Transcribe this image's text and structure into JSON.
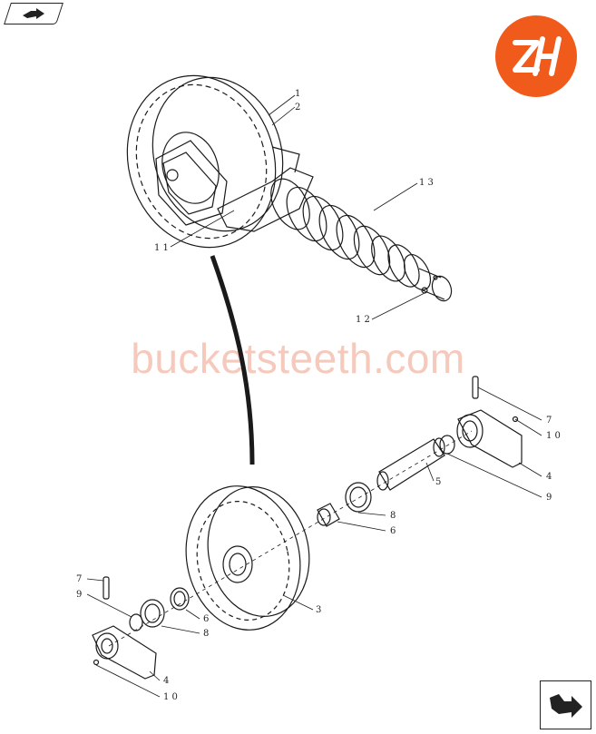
{
  "watermark": "bucketsteeth.com",
  "brand_color": "#f05a1a",
  "callouts": [
    {
      "id": "c1",
      "text": "1"
    },
    {
      "id": "c2",
      "text": "2"
    },
    {
      "id": "c13",
      "text": "1 3"
    },
    {
      "id": "c11",
      "text": "1 1"
    },
    {
      "id": "c12",
      "text": "1 2"
    },
    {
      "id": "c7a",
      "text": "7"
    },
    {
      "id": "c10a",
      "text": "1 0"
    },
    {
      "id": "c4a",
      "text": "4"
    },
    {
      "id": "c9a",
      "text": "9"
    },
    {
      "id": "c5",
      "text": "5"
    },
    {
      "id": "c8a",
      "text": "8"
    },
    {
      "id": "c6a",
      "text": "6"
    },
    {
      "id": "c3",
      "text": "3"
    },
    {
      "id": "c7b",
      "text": "7"
    },
    {
      "id": "c9b",
      "text": "9"
    },
    {
      "id": "c6b",
      "text": "6"
    },
    {
      "id": "c8b",
      "text": "8"
    },
    {
      "id": "c4b",
      "text": "4"
    },
    {
      "id": "c10b",
      "text": "1 0"
    }
  ]
}
